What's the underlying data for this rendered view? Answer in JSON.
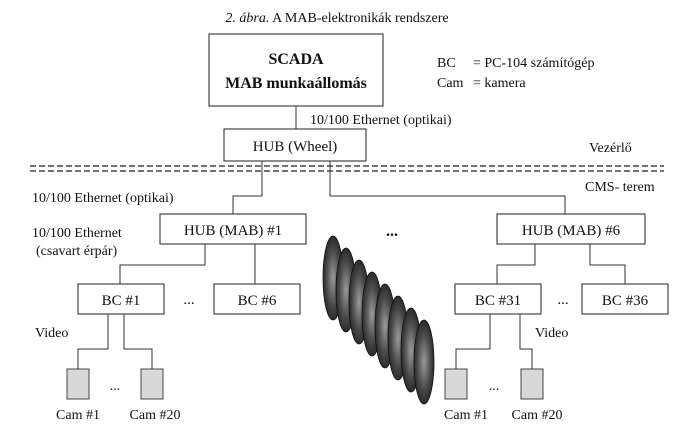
{
  "caption": {
    "figure_number": "2. ábra.",
    "title": "A MAB-elektronikák rendszere"
  },
  "scada": {
    "line1": "SCADA",
    "line2": "MAB munkaállomás"
  },
  "legend": {
    "bc_key": "BC",
    "bc_value": "= PC-104 számítógép",
    "cam_key": "Cam",
    "cam_value": "= kamera"
  },
  "links": {
    "ethernet_optical_top": "10/100 Ethernet (optikai)",
    "ethernet_optical_left": "10/100 Ethernet (optikai)",
    "ethernet_twisted_line1": "10/100 Ethernet",
    "ethernet_twisted_line2": "(csavart érpár)"
  },
  "hub_wheel": "HUB (Wheel)",
  "zones": {
    "control_room": "Vezérlő",
    "cms_hall": "CMS- terem"
  },
  "hub_left": "HUB (MAB) #1",
  "hub_right": "HUB (MAB) #6",
  "middle_ellipsis": "...",
  "bc_left": {
    "first": "BC #1",
    "last": "BC #6",
    "ellipsis": "..."
  },
  "bc_right": {
    "first": "BC #31",
    "last": "BC #36",
    "ellipsis": "..."
  },
  "video_label": "Video",
  "cams_left": {
    "first": "Cam #1",
    "last": "Cam #20",
    "ellipsis": "..."
  },
  "cams_right": {
    "first": "Cam #1",
    "last": "Cam #20",
    "ellipsis": "..."
  },
  "colors": {
    "ink": "#111111",
    "camera_fill": "#d8d8d8",
    "disk_dark": "#1a1a1a",
    "disk_light": "#9a9a9a"
  }
}
